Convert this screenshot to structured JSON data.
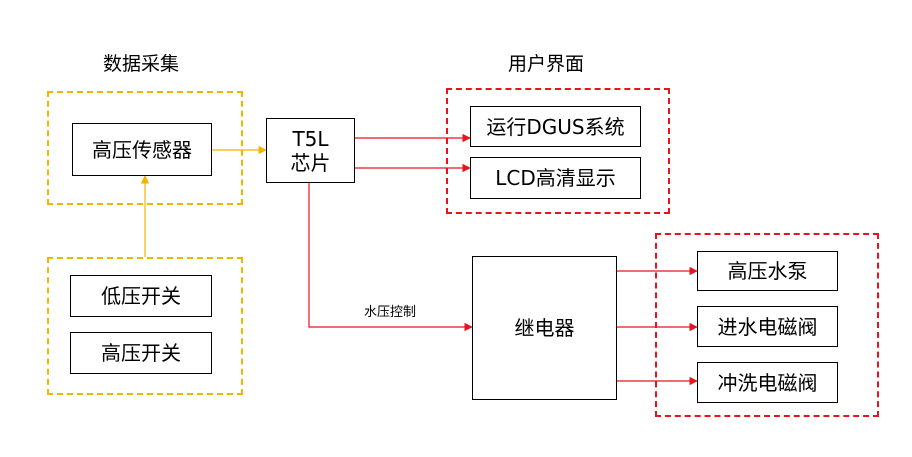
{
  "groups": {
    "data_collection": "数据采集",
    "user_interface": "用户界面"
  },
  "boxes": {
    "hp_sensor": "高压传感器",
    "lp_switch": "低压开关",
    "hp_switch": "高压开关",
    "chip_line1": "T5L",
    "chip_line2": "芯片",
    "dgus": "运行DGUS系统",
    "lcd": "LCD高清显示",
    "relay": "继电器",
    "pump": "高压水泵",
    "inlet_valve": "进水电磁阀",
    "flush_valve": "冲洗电磁阀"
  },
  "edge_labels": {
    "pressure_control": "水压控制"
  },
  "colors": {
    "yellow_group": "#f4b400",
    "red_group": "#e8141b",
    "yellow_arrow": "#f4b400",
    "red_arrow": "#e8141b"
  }
}
